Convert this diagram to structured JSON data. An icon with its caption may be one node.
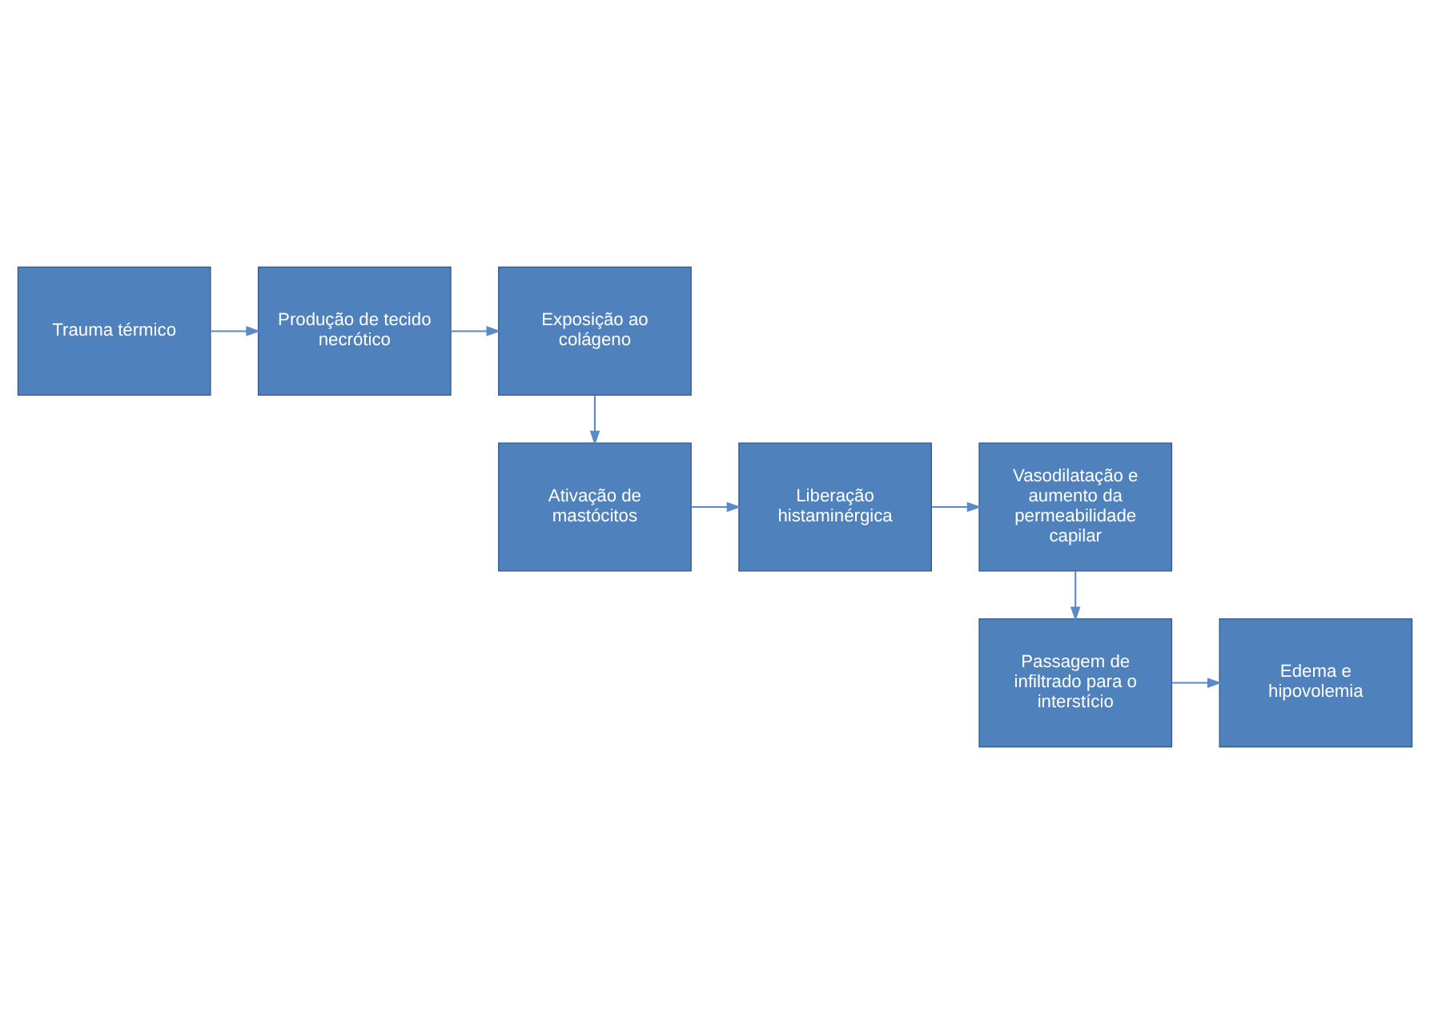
{
  "diagram": {
    "nodes": [
      {
        "text": [
          "Trauma térmico"
        ]
      },
      {
        "text": [
          "Produção de tecido necrótico"
        ]
      },
      {
        "text": [
          "Exposição ao colágeno"
        ]
      },
      {
        "text": [
          "Ativação de mastócitos"
        ]
      },
      {
        "text": [
          "Liberação histaminérgica"
        ]
      },
      {
        "text": [
          "Vasodilatação e aumento da permeabilidade capilar"
        ]
      },
      {
        "text": [
          "Passagem de infiltrado para o interstício"
        ]
      },
      {
        "text": [
          "Edema e hipovolemia"
        ]
      }
    ],
    "edges": [
      {
        "from": 0,
        "to": 1,
        "arrow": "to"
      },
      {
        "from": 1,
        "to": 2,
        "arrow": "to"
      },
      {
        "from": 2,
        "to": 3,
        "arrow": "to"
      },
      {
        "from": 3,
        "to": 4,
        "arrow": "to"
      },
      {
        "from": 4,
        "to": 5,
        "arrow": "to"
      },
      {
        "from": 5,
        "to": 6,
        "arrow": "to"
      },
      {
        "from": 6,
        "to": 7,
        "arrow": "to"
      }
    ]
  }
}
